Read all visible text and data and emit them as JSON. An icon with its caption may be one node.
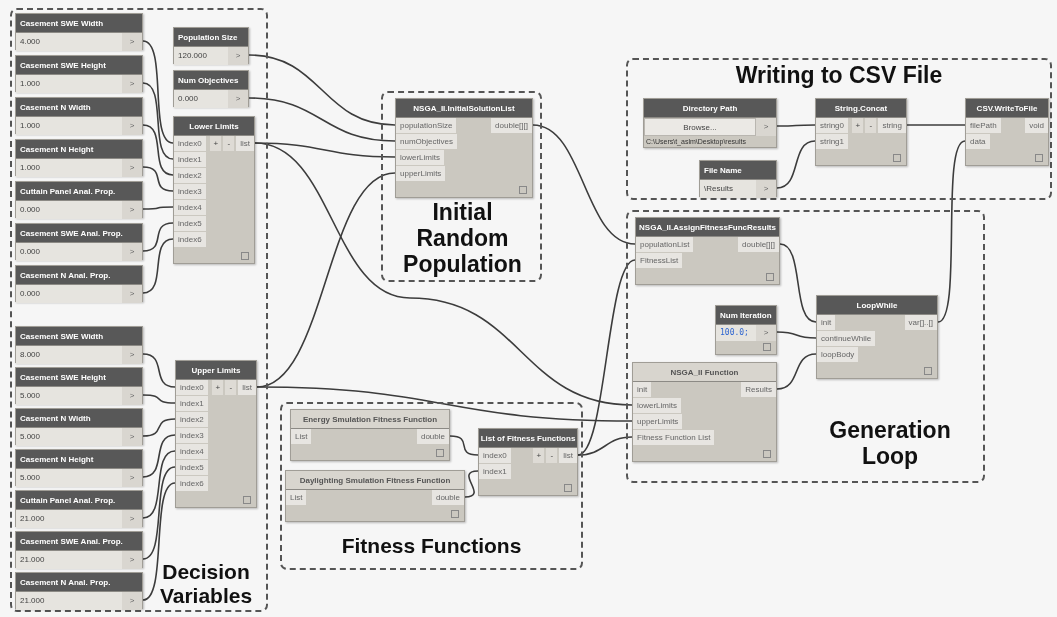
{
  "diagram": {
    "nodes": [
      {
        "text": [
          "Decision Variables"
        ]
      },
      {
        "text": [
          "Casement SWE Width",
          "4.000",
          ">"
        ],
        "in": 0
      },
      {
        "text": [
          "Casement SWE Height",
          "1.000",
          ">"
        ],
        "in": 0
      },
      {
        "text": [
          "Casement N Width",
          "1.000",
          ">"
        ],
        "in": 0
      },
      {
        "text": [
          "Casement N Height",
          "1.000",
          ">"
        ],
        "in": 0
      },
      {
        "text": [
          "Cuttain Panel Anal. Prop.",
          "0.000",
          ">"
        ],
        "in": 0
      },
      {
        "text": [
          "Casement SWE Anal. Prop.",
          "0.000",
          ">"
        ],
        "in": 0
      },
      {
        "text": [
          "Casement N Anal. Prop.",
          "0.000",
          ">"
        ],
        "in": 0
      },
      {
        "text": [
          "Population Size",
          "120.000",
          ">"
        ],
        "in": 0
      },
      {
        "text": [
          "Num Objectives",
          "0.000",
          ">"
        ],
        "in": 0
      },
      {
        "text": [
          "Lower Limits",
          "index0",
          "index1",
          "index2",
          "index3",
          "index4",
          "index5",
          "index6",
          "+",
          "-",
          "list"
        ],
        "in": 0
      },
      {
        "text": [
          "Casement SWE Width",
          "8.000",
          ">"
        ],
        "in": 0
      },
      {
        "text": [
          "Casement SWE Height",
          "5.000",
          ">"
        ],
        "in": 0
      },
      {
        "text": [
          "Casement N Width",
          "5.000",
          ">"
        ],
        "in": 0
      },
      {
        "text": [
          "Casement N Height",
          "5.000",
          ">"
        ],
        "in": 0
      },
      {
        "text": [
          "Cuttain Panel Anal. Prop.",
          "21.000",
          ">"
        ],
        "in": 0
      },
      {
        "text": [
          "Casement SWE Anal. Prop.",
          "21.000",
          ">"
        ],
        "in": 0
      },
      {
        "text": [
          "Casement N Anal. Prop.",
          "21.000",
          ">"
        ],
        "in": 0
      },
      {
        "text": [
          "Upper Limits",
          "index0",
          "index1",
          "index2",
          "index3",
          "index4",
          "index5",
          "index6",
          "+",
          "-",
          "list"
        ],
        "in": 0
      },
      {
        "text": [
          "Initial Random Population"
        ]
      },
      {
        "text": [
          "NSGA_II.InitialSolutionList",
          "populationSize",
          "numObjectives",
          "lowerLimits",
          "upperLimits",
          "double[][]"
        ],
        "in": 19
      },
      {
        "text": [
          "Fitness Functions"
        ]
      },
      {
        "text": [
          "Energy Smulation Fitness Function",
          "List",
          "double"
        ],
        "in": 21
      },
      {
        "text": [
          "Daylighting Smulation Fitness Function",
          "List",
          "double"
        ],
        "in": 21
      },
      {
        "text": [
          "List of Fitness Functions",
          "index0",
          "index1",
          "+",
          "-",
          "list"
        ],
        "in": 21
      },
      {
        "text": [
          "Writing to CSV File"
        ]
      },
      {
        "text": [
          "Directory Path",
          "Browse...",
          ">",
          "C:\\Users\\t_aslm\\Desktop\\results"
        ],
        "in": 25
      },
      {
        "text": [
          "File Name",
          "\\Results",
          ">"
        ],
        "in": 25
      },
      {
        "text": [
          "String.Concat",
          "string0",
          "string1",
          "+",
          "-",
          "string"
        ],
        "in": 25
      },
      {
        "text": [
          "CSV.WriteToFile",
          "filePath",
          "data",
          "void"
        ],
        "in": 25
      },
      {
        "text": [
          "Generation Loop"
        ]
      },
      {
        "text": [
          "NSGA_II.AssignFitnessFuncResults",
          "populationList",
          "FitnessList",
          "double[][]"
        ],
        "in": 30
      },
      {
        "text": [
          "Num Iteration",
          "100.0;",
          ">"
        ],
        "in": 30
      },
      {
        "text": [
          "NSGA_II Function",
          "init",
          "lowerLimits",
          "upperLimits",
          "Fitness Function List",
          "Results"
        ],
        "in": 30
      },
      {
        "text": [
          "LoopWhile",
          "init",
          "continueWhile",
          "loopBody",
          "var[]..[]"
        ],
        "in": 30
      }
    ],
    "edges": [
      {
        "from": 1,
        "to": 10,
        "arrow": "none"
      },
      {
        "from": 2,
        "to": 10,
        "arrow": "none"
      },
      {
        "from": 3,
        "to": 10,
        "arrow": "none"
      },
      {
        "from": 4,
        "to": 10,
        "arrow": "none"
      },
      {
        "from": 5,
        "to": 10,
        "arrow": "none"
      },
      {
        "from": 6,
        "to": 10,
        "arrow": "none"
      },
      {
        "from": 7,
        "to": 10,
        "arrow": "none"
      },
      {
        "from": 11,
        "to": 18,
        "arrow": "none"
      },
      {
        "from": 12,
        "to": 18,
        "arrow": "none"
      },
      {
        "from": 13,
        "to": 18,
        "arrow": "none"
      },
      {
        "from": 14,
        "to": 18,
        "arrow": "none"
      },
      {
        "from": 15,
        "to": 18,
        "arrow": "none"
      },
      {
        "from": 16,
        "to": 18,
        "arrow": "none"
      },
      {
        "from": 17,
        "to": 18,
        "arrow": "none"
      },
      {
        "from": 8,
        "to": 20,
        "arrow": "none"
      },
      {
        "from": 9,
        "to": 20,
        "arrow": "none"
      },
      {
        "from": 10,
        "to": 20,
        "arrow": "none"
      },
      {
        "from": 18,
        "to": 20,
        "arrow": "none"
      },
      {
        "from": 10,
        "to": 33,
        "arrow": "none"
      },
      {
        "from": 18,
        "to": 33,
        "arrow": "none"
      },
      {
        "from": 20,
        "to": 31,
        "arrow": "none"
      },
      {
        "from": 22,
        "to": 24,
        "arrow": "none"
      },
      {
        "from": 23,
        "to": 24,
        "arrow": "none"
      },
      {
        "from": 24,
        "to": 31,
        "arrow": "none"
      },
      {
        "from": 24,
        "to": 33,
        "arrow": "none"
      },
      {
        "from": 26,
        "to": 28,
        "arrow": "none"
      },
      {
        "from": 27,
        "to": 28,
        "arrow": "none"
      },
      {
        "from": 28,
        "to": 29,
        "arrow": "none"
      },
      {
        "from": 31,
        "to": 34,
        "arrow": "none"
      },
      {
        "from": 32,
        "to": 34,
        "arrow": "none"
      },
      {
        "from": 33,
        "to": 34,
        "arrow": "none"
      },
      {
        "from": 34,
        "to": 29,
        "arrow": "none"
      }
    ]
  }
}
